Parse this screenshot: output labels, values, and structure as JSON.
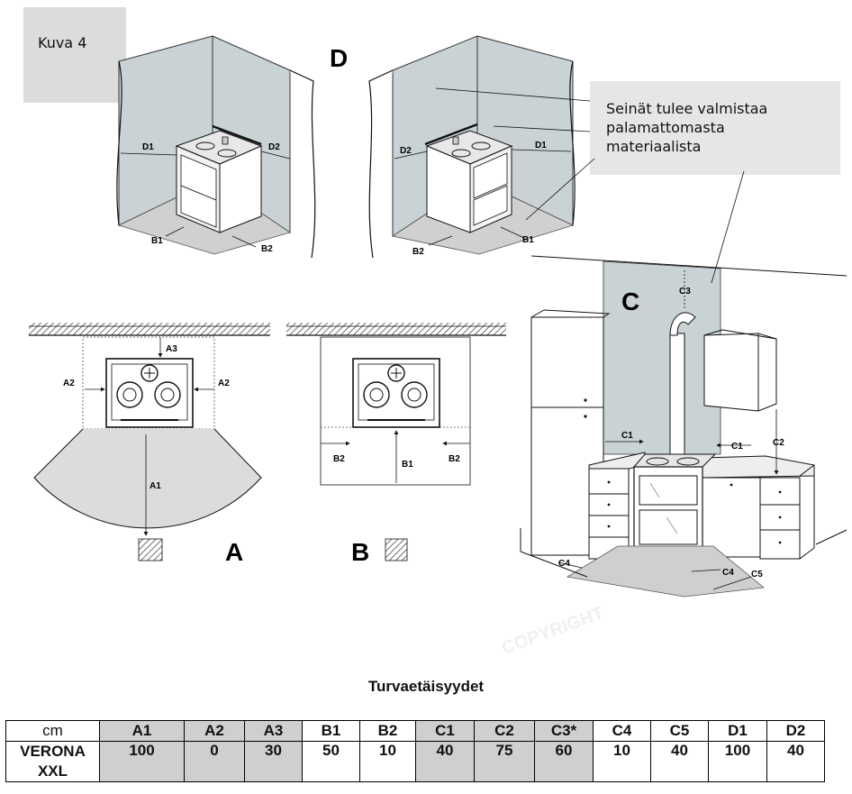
{
  "figure_label": "Kuva 4",
  "callout": {
    "line1": "Seinät tulee valmistaa",
    "line2": "palamattomasta",
    "line3": "materiaalista"
  },
  "views": {
    "D": "D",
    "A": "A",
    "B": "B",
    "C": "C"
  },
  "dims": {
    "D1": "D1",
    "D2": "D2",
    "B1": "B1",
    "B2": "B2",
    "A1": "A1",
    "A2": "A2",
    "A3": "A3",
    "C1": "C1",
    "C2": "C2",
    "C3": "C3",
    "C4": "C4",
    "C5": "C5"
  },
  "watermark": "COPYRIGHT",
  "table": {
    "title": "Turvaetäisyydet",
    "headers": [
      "cm",
      "A1",
      "A2",
      "A3",
      "B1",
      "B2",
      "C1",
      "C2",
      "C3*",
      "C4",
      "C5",
      "D1",
      "D2"
    ],
    "model_line1": "VERONA",
    "model_line2": "XXL",
    "values": [
      "100",
      "0",
      "30",
      "50",
      "10",
      "40",
      "75",
      "60",
      "10",
      "40",
      "100",
      "40"
    ]
  },
  "colors": {
    "wall": "#c9d3d6",
    "floor": "#cfcfcf",
    "box": "#dcdcdc",
    "callout": "#e6e6e6"
  }
}
